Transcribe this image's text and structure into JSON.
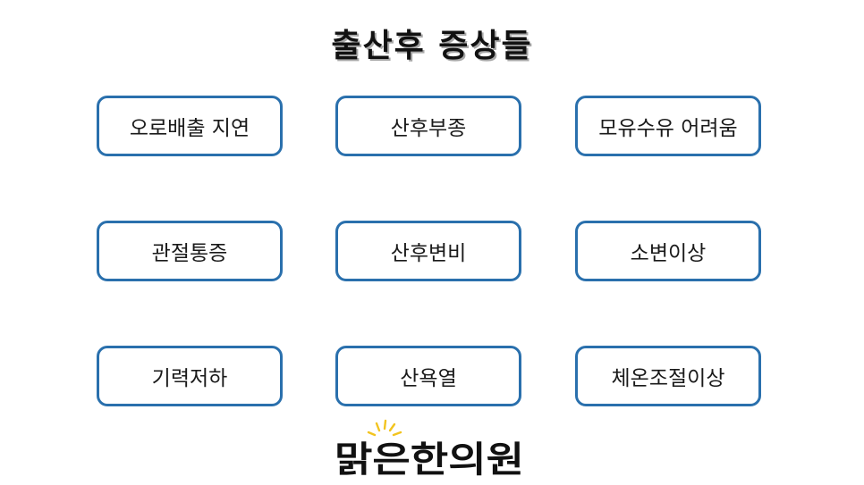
{
  "title": "출산후 증상들",
  "symptoms": [
    "오로배출 지연",
    "산후부종",
    "모유수유 어려움",
    "관절통증",
    "산후변비",
    "소변이상",
    "기력저하",
    "산욕열",
    "체온조절이상"
  ],
  "logo": {
    "text": "맑은한의원",
    "icon": "sun-rays-icon"
  },
  "colors": {
    "box_border": "#2a70ad",
    "title_text": "#111111",
    "title_shadow": "#a8a8a8",
    "logo_accent": "#f2c41f"
  }
}
